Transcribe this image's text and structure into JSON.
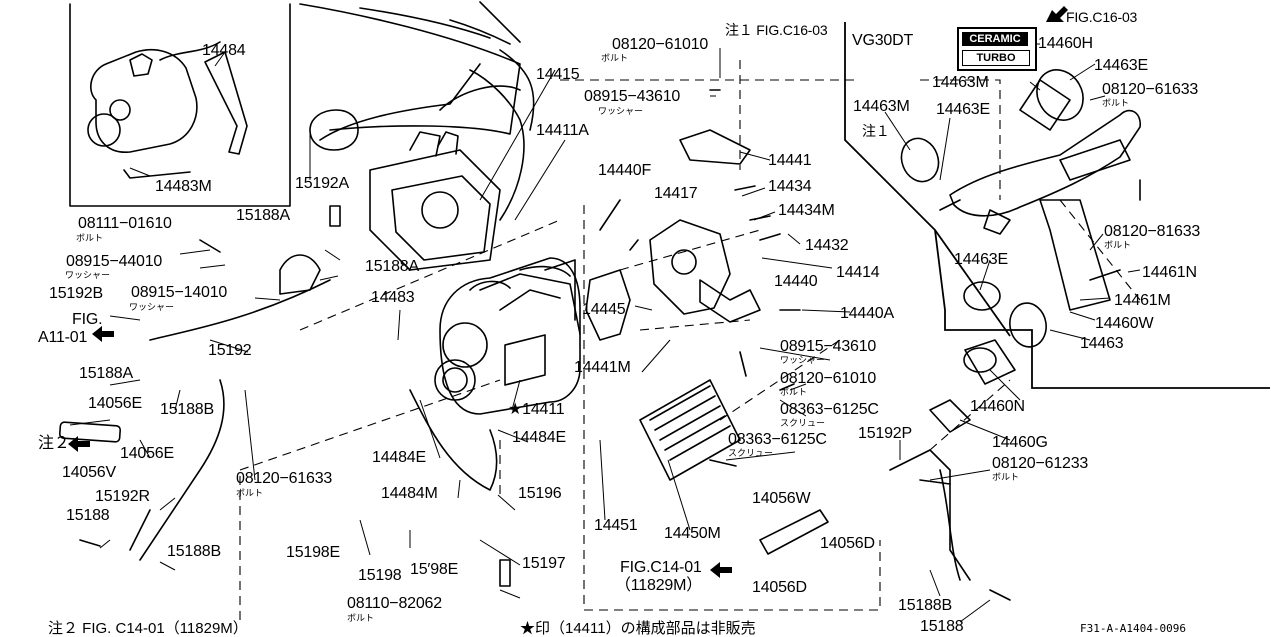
{
  "model": "VG30DT",
  "badge": {
    "top": "CERAMIC",
    "bottom": "TURBO"
  },
  "footer": {
    "left_note": "注２ FIG. C14-01（11829M）",
    "center_note": "★印（14411）の構成部品は非販売",
    "code": "F31-A-A1404-0096"
  },
  "labels": [
    {
      "id": "t14484",
      "text": "14484"
    },
    {
      "id": "t14483M",
      "text": "14483M"
    },
    {
      "id": "t15192A",
      "text": "15192A"
    },
    {
      "id": "t14415",
      "text": "14415"
    },
    {
      "id": "t14411A",
      "text": "14411A"
    },
    {
      "id": "t08120_61010_top",
      "text": "08120−61010"
    },
    {
      "id": "t08915_43610_top",
      "text": "08915−43610"
    },
    {
      "id": "tnote1_fig",
      "text": "注１ FIG.C16-03"
    },
    {
      "id": "t14441",
      "text": "14441"
    },
    {
      "id": "t14440F",
      "text": "14440F"
    },
    {
      "id": "t14417",
      "text": "14417"
    },
    {
      "id": "t14434",
      "text": "14434"
    },
    {
      "id": "t14434M",
      "text": "14434M"
    },
    {
      "id": "t14432",
      "text": "14432"
    },
    {
      "id": "t14414",
      "text": "14414"
    },
    {
      "id": "t14440",
      "text": "14440"
    },
    {
      "id": "t14440A",
      "text": "14440A"
    },
    {
      "id": "t15188A_top",
      "text": "15188A"
    },
    {
      "id": "t15188A_mid",
      "text": "15188A"
    },
    {
      "id": "t08111_01610",
      "text": "08111−01610"
    },
    {
      "id": "t08915_44010",
      "text": "08915−44010"
    },
    {
      "id": "t08915_14010",
      "text": "08915−14010"
    },
    {
      "id": "t15192B",
      "text": "15192B"
    },
    {
      "id": "tfig",
      "text": "FIG."
    },
    {
      "id": "tA11_01",
      "text": "A11-01"
    },
    {
      "id": "t15192",
      "text": "15192"
    },
    {
      "id": "t15188A_low",
      "text": "15188A"
    },
    {
      "id": "t15188B_mid",
      "text": "15188B"
    },
    {
      "id": "t14056E_a",
      "text": "14056E"
    },
    {
      "id": "t14056E_b",
      "text": "14056E"
    },
    {
      "id": "tnote2",
      "text": "注２"
    },
    {
      "id": "t14056V",
      "text": "14056V"
    },
    {
      "id": "t15192R",
      "text": "15192R"
    },
    {
      "id": "t15188",
      "text": "15188"
    },
    {
      "id": "t15188B_low",
      "text": "15188B"
    },
    {
      "id": "t08120_61633_left",
      "text": "08120−61633"
    },
    {
      "id": "t14483",
      "text": "14483"
    },
    {
      "id": "t14445",
      "text": "14445"
    },
    {
      "id": "t14441M",
      "text": "14441M"
    },
    {
      "id": "t14411_star",
      "text": "★14411"
    },
    {
      "id": "t14484E_a",
      "text": "14484E"
    },
    {
      "id": "t14484E_b",
      "text": "14484E"
    },
    {
      "id": "t14484M",
      "text": "14484M"
    },
    {
      "id": "t15196",
      "text": "15196"
    },
    {
      "id": "t15198E_a",
      "text": "15198E"
    },
    {
      "id": "t15198",
      "text": "15198"
    },
    {
      "id": "t15198E_b",
      "text": "15′98E"
    },
    {
      "id": "t15197",
      "text": "15197"
    },
    {
      "id": "t08110_82062",
      "text": "08110−82062"
    },
    {
      "id": "t14451",
      "text": "14451"
    },
    {
      "id": "t14450M",
      "text": "14450M"
    },
    {
      "id": "tfigC14_01",
      "text": "FIG.C14-01"
    },
    {
      "id": "t11829M",
      "text": "（11829M）"
    },
    {
      "id": "t14056D_a",
      "text": "14056D"
    },
    {
      "id": "t14056W",
      "text": "14056W"
    },
    {
      "id": "t14056D_b",
      "text": "14056D"
    },
    {
      "id": "t08915_43610_right",
      "text": "08915−43610"
    },
    {
      "id": "t08120_61010_right",
      "text": "08120−61010"
    },
    {
      "id": "t08363_6125C_a",
      "text": "08363−6125C"
    },
    {
      "id": "t08363_6125C_b",
      "text": "08363−6125C"
    },
    {
      "id": "t15192P",
      "text": "15192P"
    },
    {
      "id": "t08120_61233",
      "text": "08120−61233"
    },
    {
      "id": "t15188B_right",
      "text": "15188B"
    },
    {
      "id": "t15188_right",
      "text": "15188"
    },
    {
      "id": "t14460G",
      "text": "14460G"
    },
    {
      "id": "t14460N",
      "text": "14460N"
    },
    {
      "id": "t14463",
      "text": "14463"
    },
    {
      "id": "t14460W",
      "text": "14460W"
    },
    {
      "id": "t14461M",
      "text": "14461M"
    },
    {
      "id": "t14461N",
      "text": "14461N"
    },
    {
      "id": "t08120_81633",
      "text": "08120−81633"
    },
    {
      "id": "t14463E_low",
      "text": "14463E"
    },
    {
      "id": "t14463M_a",
      "text": "14463M"
    },
    {
      "id": "t14463M_b",
      "text": "14463M"
    },
    {
      "id": "tnote1_b",
      "text": "注１"
    },
    {
      "id": "t14463E_mid",
      "text": "14463E"
    },
    {
      "id": "t14460H",
      "text": "14460H"
    },
    {
      "id": "tfigC16_03",
      "text": "FIG.C16-03"
    },
    {
      "id": "t14463E_top",
      "text": "14463E"
    },
    {
      "id": "t08120_61633_right",
      "text": "08120−61633"
    }
  ],
  "small_labels": [
    {
      "id": "s_bolt1",
      "text": "ボルト"
    },
    {
      "id": "s_washer1",
      "text": "ワッシャー"
    },
    {
      "id": "s_bolt2",
      "text": "ボルト"
    },
    {
      "id": "s_washer2",
      "text": "ワッシャー"
    },
    {
      "id": "s_washer3",
      "text": "ワッシャー"
    },
    {
      "id": "s_bolt3",
      "text": "ボルト"
    },
    {
      "id": "s_bolt4",
      "text": "ボルト"
    },
    {
      "id": "s_washer4",
      "text": "ワッシャー"
    },
    {
      "id": "s_bolt5",
      "text": "ボルト"
    },
    {
      "id": "s_screw1",
      "text": "スクリュー"
    },
    {
      "id": "s_screw2",
      "text": "スクリュー"
    },
    {
      "id": "s_bolt6",
      "text": "ボルト"
    },
    {
      "id": "s_bolt7",
      "text": "ボルト"
    },
    {
      "id": "s_bolt8",
      "text": "ボルト"
    }
  ]
}
